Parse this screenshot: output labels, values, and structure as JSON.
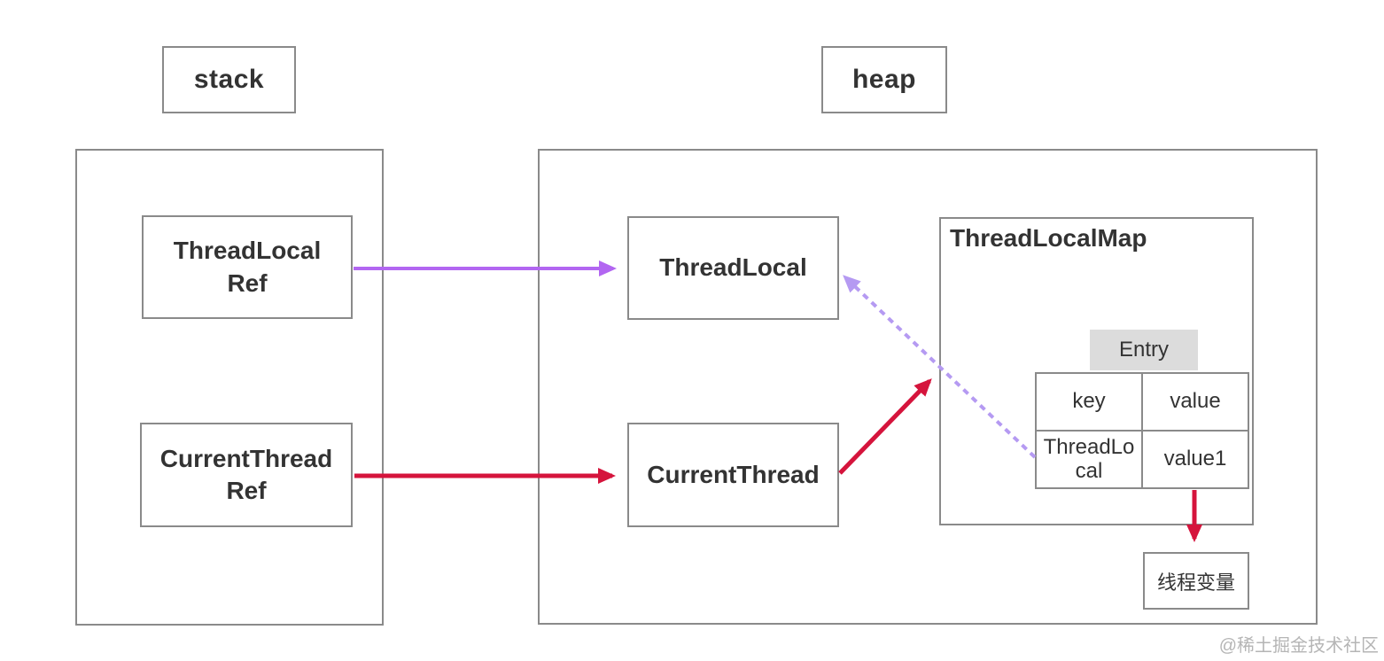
{
  "diagram": {
    "stack_label": "stack",
    "heap_label": "heap",
    "stack": {
      "threadlocal_ref": {
        "line1": "ThreadLocal",
        "line2": "Ref"
      },
      "currentthread_ref": {
        "line1": "CurrentThread",
        "line2": "Ref"
      }
    },
    "heap": {
      "threadlocal": "ThreadLocal",
      "currentthread": "CurrentThread",
      "threadlocalmap": {
        "title": "ThreadLocalMap",
        "entry_label": "Entry",
        "table": {
          "headers": [
            "key",
            "value"
          ],
          "rows": [
            [
              "ThreadLocal",
              "value1"
            ]
          ]
        }
      },
      "thread_variable": "线程变量"
    },
    "watermark": "@稀土掘金技术社区",
    "colors": {
      "red_arrow": "#d5143c",
      "purple_arrow": "#b266f1",
      "lilac_dashed_arrow": "#b59af2",
      "box_border": "#8a8a8a",
      "entry_bg": "#dcdcdc",
      "text": "#333333",
      "watermark": "#b5b5b5"
    }
  }
}
